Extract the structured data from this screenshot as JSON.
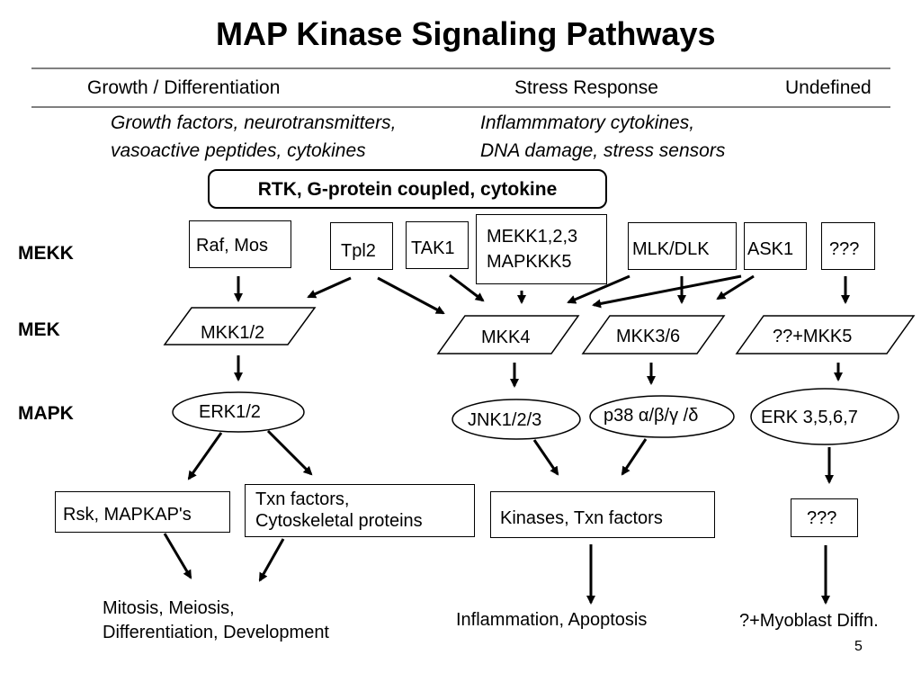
{
  "title": "MAP Kinase Signaling Pathways",
  "categories": {
    "growth": "Growth / Differentiation",
    "stress": "Stress Response",
    "undefined": "Undefined"
  },
  "stimuli": {
    "growth_line1": "Growth factors, neurotransmitters,",
    "growth_line2": "vasoactive peptides, cytokines",
    "stress_line1": "Inflammmatory cytokines,",
    "stress_line2": "DNA damage, stress sensors"
  },
  "receptor": "RTK, G-protein coupled, cytokine",
  "row_labels": {
    "mekk": "MEKK",
    "mek": "MEK",
    "mapk": "MAPK"
  },
  "mekk": {
    "raf_mos": "Raf, Mos",
    "tpl2": "Tpl2",
    "tak1": "TAK1",
    "mekk_line1": "MEKK1,2,3",
    "mekk_line2": "MAPKKK5",
    "mlk_dlk": "MLK/DLK",
    "ask1": "ASK1",
    "unknown": "???"
  },
  "mek": {
    "mkk12": "MKK1/2",
    "mkk4": "MKK4",
    "mkk36": "MKK3/6",
    "mkk5": "??+MKK5"
  },
  "mapk": {
    "erk12": "ERK1/2",
    "jnk": "JNK1/2/3",
    "p38": "p38 α/β/γ /δ",
    "erk3567": "ERK 3,5,6,7"
  },
  "substrates": {
    "rsk": "Rsk, MAPKAP's",
    "txn_line1": "Txn factors,",
    "txn_line2": "Cytoskeletal proteins",
    "kinases": "Kinases, Txn factors",
    "unknown": "???"
  },
  "outcomes": {
    "mitosis_line1": "Mitosis, Meiosis,",
    "mitosis_line2": "Differentiation, Development",
    "inflammation": "Inflammation, Apoptosis",
    "myoblast": "?+Myoblast Diffn."
  },
  "page_number": "5"
}
